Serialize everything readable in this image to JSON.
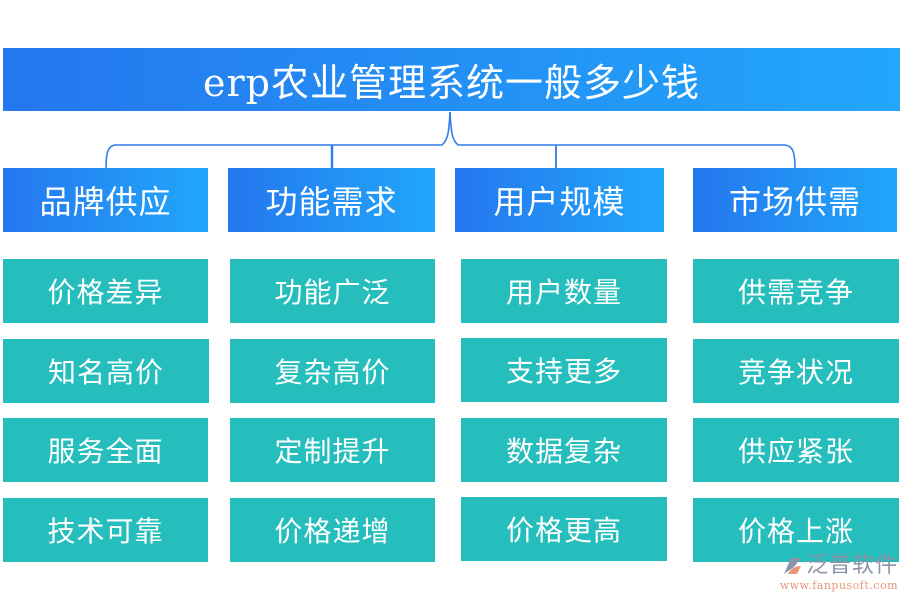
{
  "title": "erp农业管理系统一般多少钱",
  "colors": {
    "gradient_start": "#2477ee",
    "gradient_end": "#22a7fb",
    "cell": "#26bebc",
    "connector": "#2f7de8",
    "text": "#ffffff"
  },
  "columns": [
    {
      "heading": "品牌供应",
      "items": [
        "价格差异",
        "知名高价",
        "服务全面",
        "技术可靠"
      ]
    },
    {
      "heading": "功能需求",
      "items": [
        "功能广泛",
        "复杂高价",
        "定制提升",
        "价格递增"
      ]
    },
    {
      "heading": "用户规模",
      "items": [
        "用户数量",
        "支持更多",
        "数据复杂",
        "价格更高"
      ]
    },
    {
      "heading": "市场供需",
      "items": [
        "供需竞争",
        "竞争状况",
        "供应紧张",
        "价格上涨"
      ]
    }
  ],
  "watermark": {
    "name": "泛普软件",
    "url": "www.fanpusoft.com"
  }
}
